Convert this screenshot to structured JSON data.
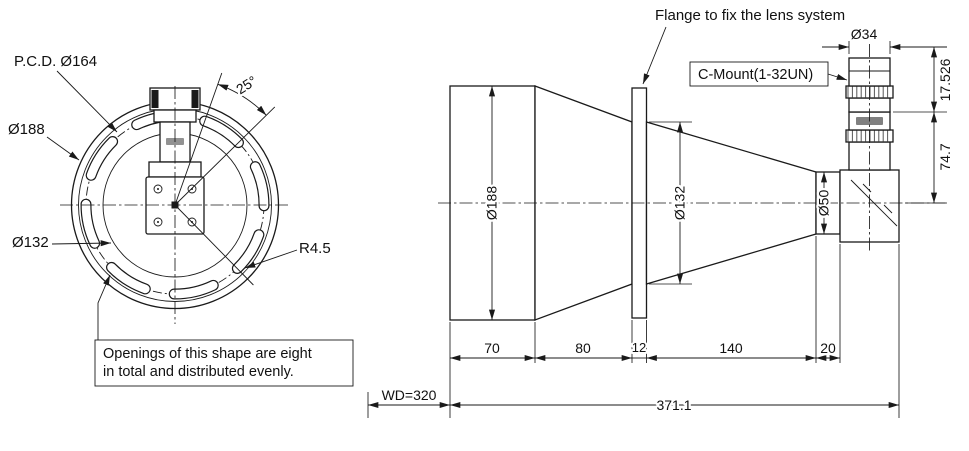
{
  "front_view": {
    "pcd_label": "P.C.D. Ø164",
    "outer_dia_label": "Ø188",
    "inner_dia_label": "Ø132",
    "angle_label": "25°",
    "slot_radius_label": "R4.5",
    "note_line1": "Openings of this shape are eight",
    "note_line2": "in total and distributed evenly."
  },
  "side_view": {
    "flange_note": "Flange to fix the lens system",
    "cmount_label": "C-Mount(1-32UN)",
    "top_dia_label": "Ø34",
    "body_dia_label": "Ø188",
    "flange_dia_label": "Ø132",
    "exit_dia_label": "Ø50",
    "cmount_offset_label": "17.526",
    "axis_offset_label": "74.7",
    "seg_70": "70",
    "seg_80": "80",
    "seg_12": "12",
    "seg_140": "140",
    "seg_20": "20",
    "working_distance_label": "WD=320",
    "overall_length_label": "371.1"
  }
}
